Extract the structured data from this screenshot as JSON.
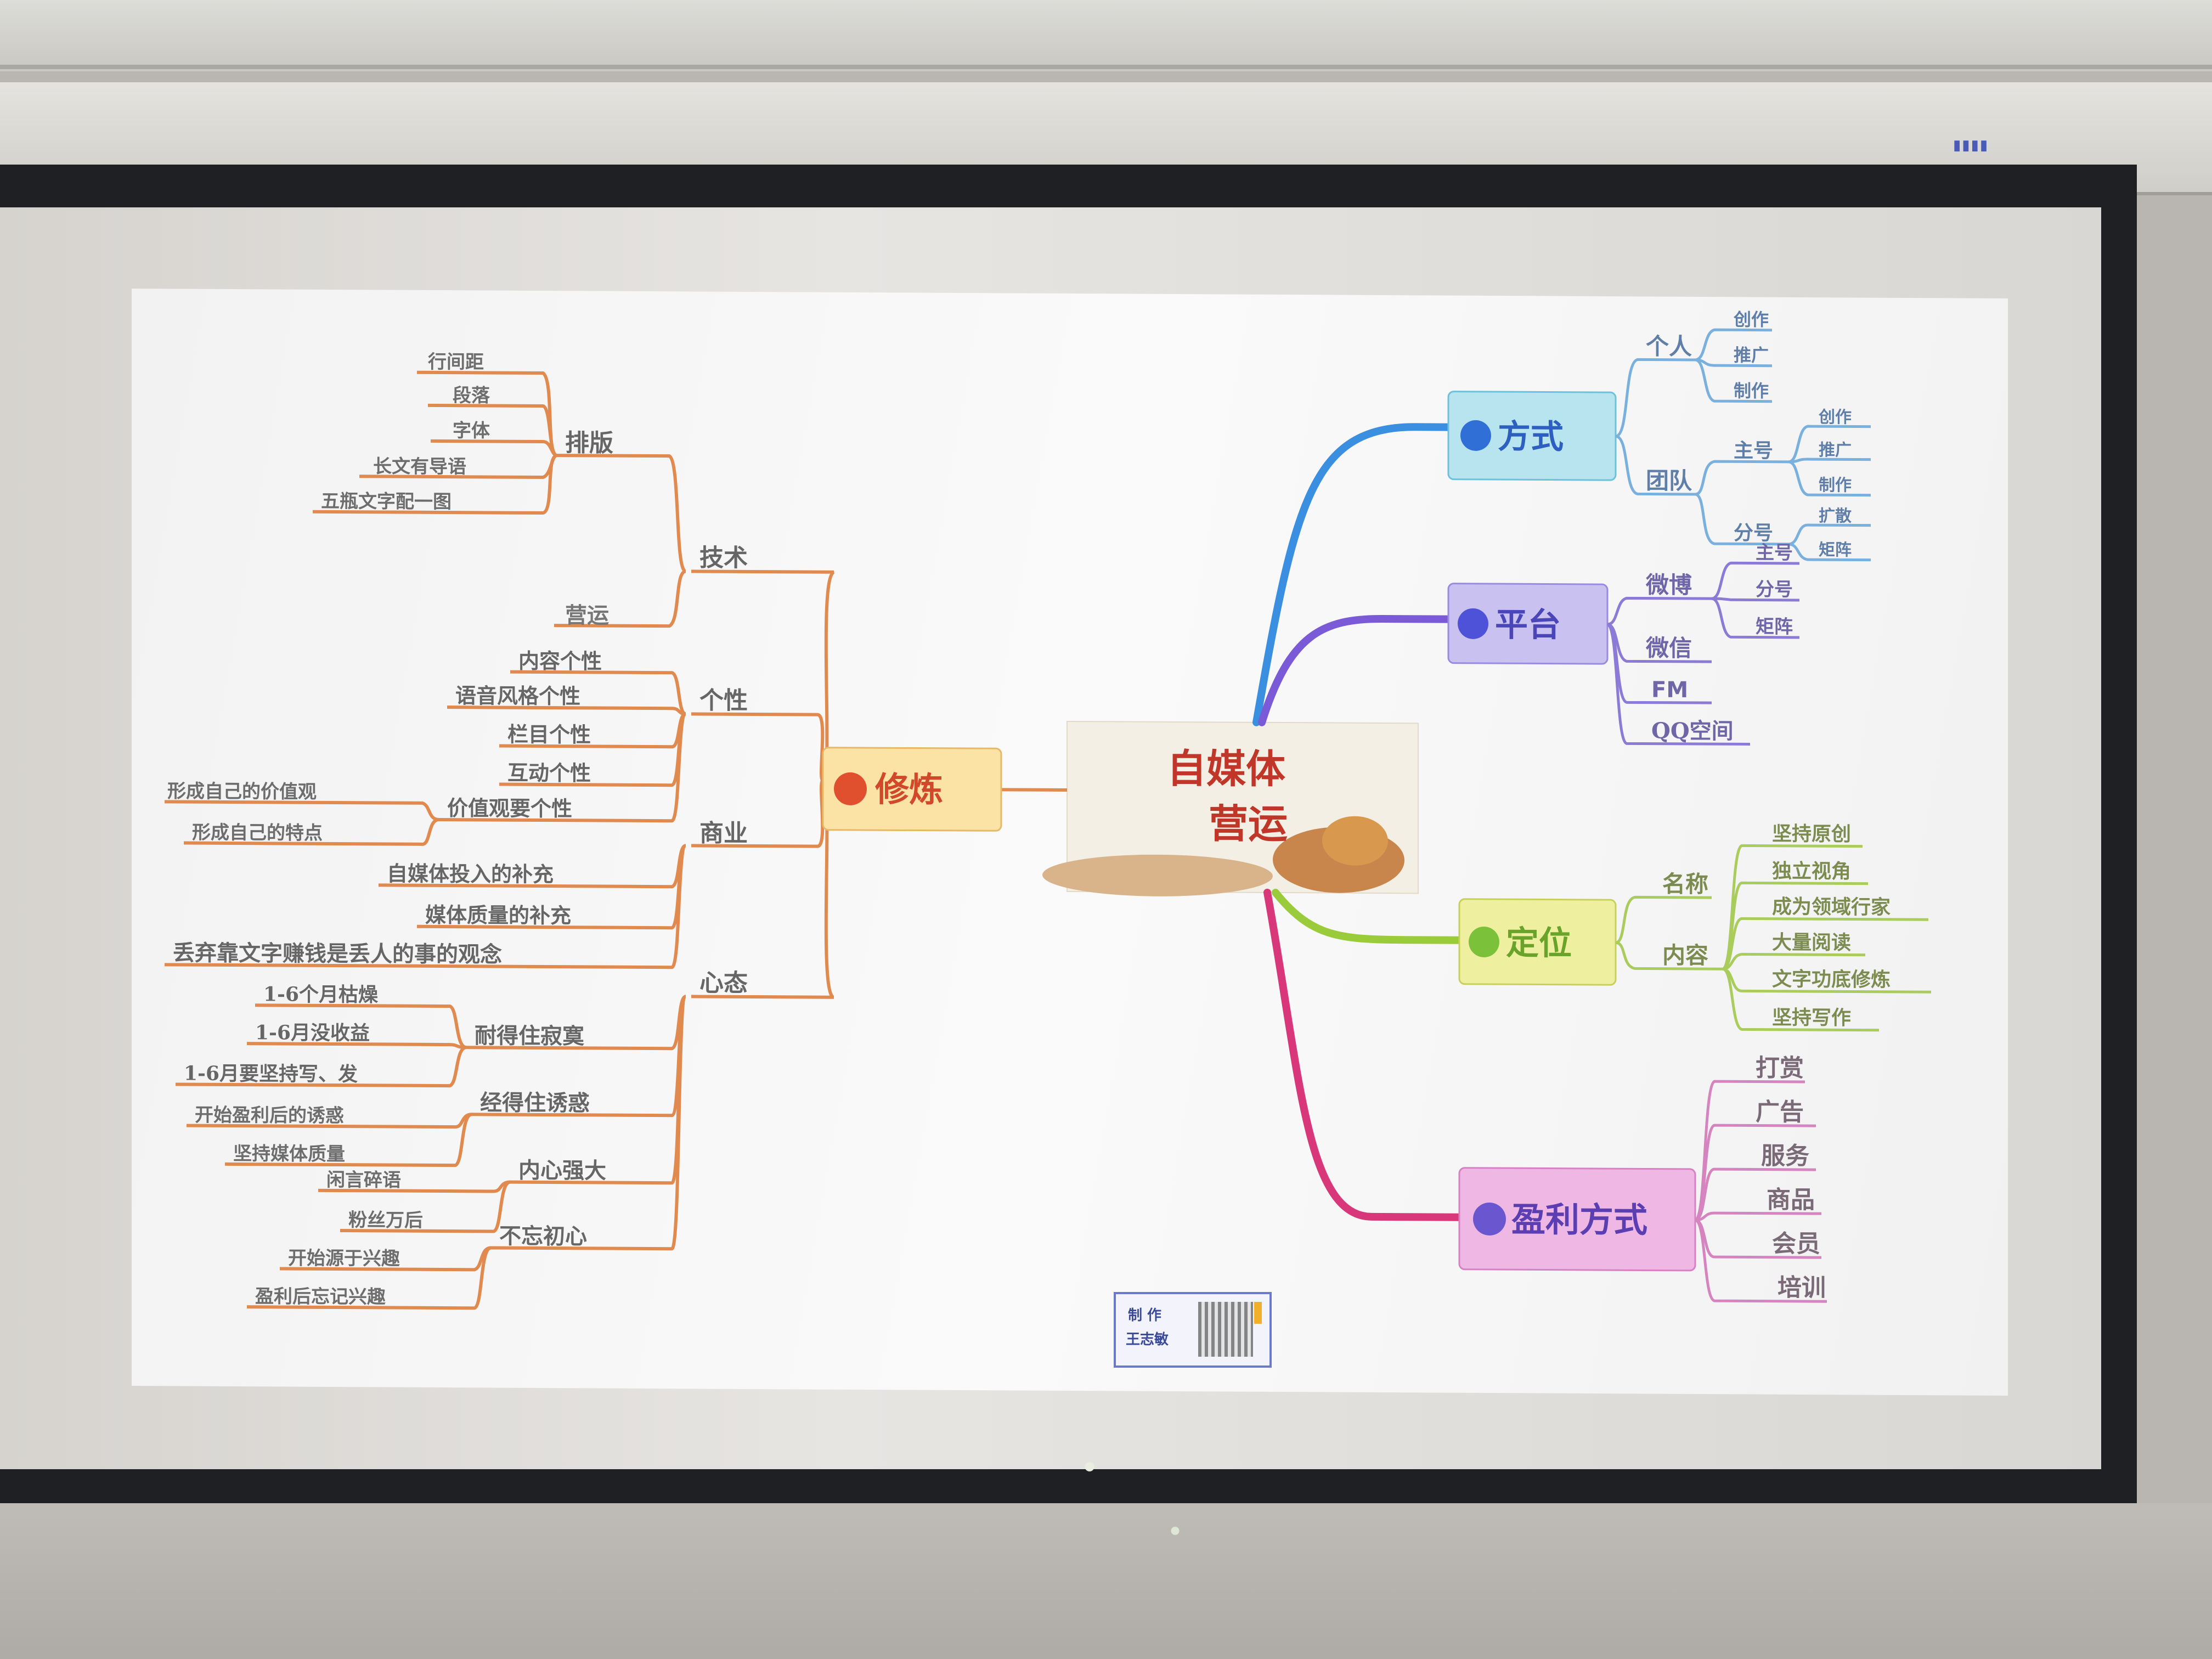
{
  "center": {
    "title_line1": "自媒体",
    "title_line2": "营运"
  },
  "left": {
    "root": "修炼",
    "groups": [
      {
        "label": "技术",
        "subgroups": [
          {
            "label": "排版",
            "leaves": [
              "行间距",
              "段落",
              "字体",
              "长文有导语",
              "五瓶文字配一图"
            ]
          },
          {
            "label": "营运",
            "leaves": []
          }
        ]
      },
      {
        "label": "个性",
        "leaves": [
          "内容个性",
          "语音风格个性",
          "栏目个性",
          "互动个性"
        ],
        "subgroups": [
          {
            "label": "价值观要个性",
            "leaves": [
              "形成自己的价值观",
              "形成自己的特点"
            ]
          }
        ]
      },
      {
        "label": "商业",
        "leaves": [
          "自媒体投入的补充",
          "媒体质量的补充",
          "丢弃靠文字赚钱是丢人的事的观念"
        ]
      },
      {
        "label": "心态",
        "subgroups": [
          {
            "label": "耐得住寂寞",
            "leaves": [
              "1-6个月枯燥",
              "1-6月没收益",
              "1-6月要坚持写、发"
            ]
          },
          {
            "label": "经得住诱惑",
            "leaves": [
              "开始盈利后的诱惑",
              "坚持媒体质量"
            ]
          },
          {
            "label": "内心强大",
            "leaves": [
              "闲言碎语",
              "粉丝万后"
            ]
          },
          {
            "label": "不忘初心",
            "leaves": [
              "开始源于兴趣",
              "盈利后忘记兴趣"
            ]
          }
        ]
      }
    ]
  },
  "right": {
    "fangshi": {
      "root": "方式",
      "geren": {
        "label": "个人",
        "leaves": [
          "创作",
          "推广",
          "制作"
        ]
      },
      "tuandui": {
        "label": "团队",
        "zhuhao": {
          "label": "主号",
          "leaves": [
            "创作",
            "推广",
            "制作"
          ]
        },
        "fenhao": {
          "label": "分号",
          "leaves": [
            "扩散",
            "矩阵"
          ]
        }
      }
    },
    "pingtai": {
      "root": "平台",
      "weibo": {
        "label": "微博",
        "leaves": [
          "主号",
          "分号",
          "矩阵"
        ]
      },
      "others": [
        "微信",
        "FM",
        "QQ空间"
      ]
    },
    "dingwei": {
      "root": "定位",
      "mingcheng": "名称",
      "neirong": {
        "label": "内容",
        "leaves": [
          "坚持原创",
          "独立视角",
          "成为领域行家",
          "大量阅读",
          "文字功底修炼",
          "坚持写作"
        ]
      }
    },
    "yingli": {
      "root": "盈利方式",
      "leaves": [
        "打赏",
        "广告",
        "服务",
        "商品",
        "会员",
        "培训"
      ]
    }
  },
  "credit": {
    "line1": "制 作",
    "line2": "王志敏"
  },
  "colors": {
    "left_branch": "#e08a4f",
    "fangshi": "#3a8fe0",
    "pingtai": "#7a5ad6",
    "dingwei": "#9acb3a",
    "yingli": "#d8387a",
    "center_text": "#c0372a"
  }
}
